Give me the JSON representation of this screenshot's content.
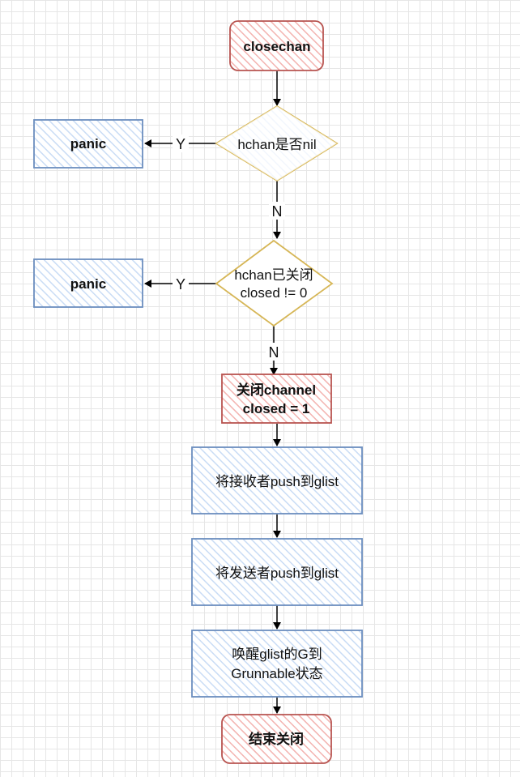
{
  "nodes": {
    "start": "closechan",
    "check_nil": "hchan是否nil",
    "panic_1": "panic",
    "check_closed_line1": "hchan已关闭",
    "check_closed_line2": "closed != 0",
    "panic_2": "panic",
    "close_channel_line1": "关闭channel",
    "close_channel_line2": "closed = 1",
    "push_receivers": "将接收者push到glist",
    "push_senders": "将发送者push到glist",
    "wake_line1": "唤醒glist的G到",
    "wake_line2": "Grunnable状态",
    "end": "结束关闭"
  },
  "edges": {
    "nil_yes": "Y",
    "nil_no": "N",
    "closed_yes": "Y",
    "closed_no": "N"
  },
  "colors": {
    "terminal_fill": "#f8cecc",
    "terminal_stroke": "#b85450",
    "process_fill": "#dae8fc",
    "process_stroke": "#6c8ebf",
    "decision_fill": "#fff2cc",
    "decision_stroke": "#d6b656",
    "arrow": "#000000"
  }
}
